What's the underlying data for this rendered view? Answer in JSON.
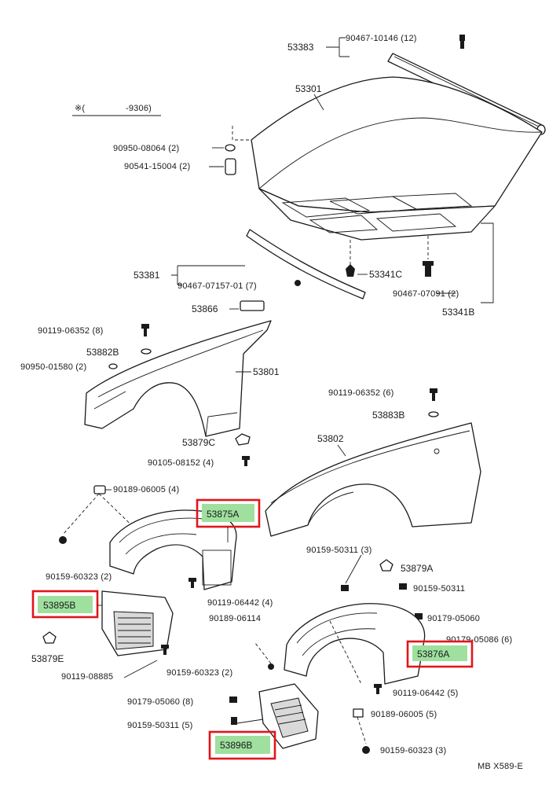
{
  "header": {
    "mark": "※(",
    "range": "-9306)"
  },
  "parts": {
    "p53383": "53383",
    "p90467_10146": "90467-10146 (12)",
    "p53301": "53301",
    "p90950_08064": "90950-08064 (2)",
    "p90541_15004": "90541-15004 (2)",
    "p53381": "53381",
    "p90467_07157": "90467-07157-01 (7)",
    "p53341C": "53341C",
    "p90467_07091": "90467-07091 (2)",
    "p53341B": "53341B",
    "p53866": "53866",
    "p90119_06352_a": "90119-06352 (8)",
    "p53882B": "53882B",
    "p90950_01580": "90950-01580 (2)",
    "p53801": "53801",
    "p90119_06352_b": "90119-06352 (6)",
    "p53883B": "53883B",
    "p53879C": "53879C",
    "p90105_08152": "90105-08152 (4)",
    "p53802": "53802",
    "p90189_06005_a": "90189-06005 (4)",
    "p53875A": "53875A",
    "p90159_60323_a": "90159-60323 (2)",
    "p53895B": "53895B",
    "p90119_06442_a": "90119-06442 (4)",
    "p90189_06114": "90189-06114",
    "p53879E": "53879E",
    "p90119_08885": "90119-08885",
    "p90159_60323_b": "90159-60323 (2)",
    "p90159_50311_a": "90159-50311 (3)",
    "p53879A": "53879A",
    "p90159_50311_b": "90159-50311",
    "p90179_05060_a": "90179-05060",
    "p90179_05086": "90179-05086 (6)",
    "p53876A": "53876A",
    "p90119_06442_b": "90119-06442 (5)",
    "p90179_05060_b": "90179-05060 (8)",
    "p90159_50311_c": "90159-50311 (5)",
    "p53896B": "53896B",
    "p90189_06005_b": "90189-06005 (5)",
    "p90159_60323_c": "90159-60323 (3)"
  },
  "footer": {
    "code": "MB  X589-E"
  },
  "colors": {
    "highlight_border": "#e0161b",
    "highlight_fill": "#9fe09f",
    "ink": "#1a1a1a"
  }
}
